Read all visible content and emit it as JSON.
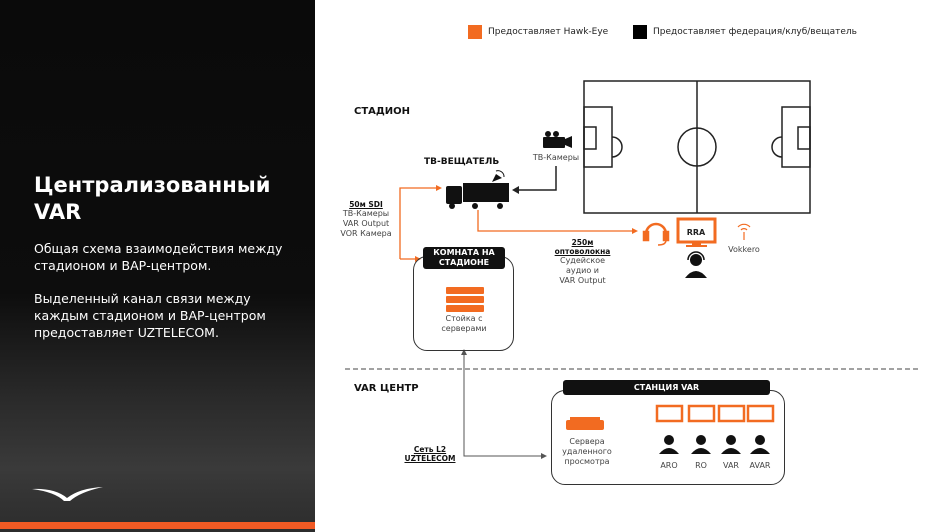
{
  "left": {
    "title": "Централизованный VAR",
    "p1": "Общая схема взаимодействия между стадионом и ВАР-центром.",
    "p2": "Выделенный канал связи между каждым стадионом и ВАР-центром предоставляет UZTELECOM."
  },
  "legend": [
    {
      "label": "Предоставляет Hawk-Eye",
      "color": "#f26b21"
    },
    {
      "label": "Предоставляет федерация/клуб/вещатель",
      "color": "#000000"
    }
  ],
  "stadium": {
    "heading": "СТАДИОН",
    "broadcaster": "ТВ-ВЕЩАТЕЛЬ",
    "tv_cameras": "ТВ-Камеры",
    "sdi": {
      "title": "50м SDI",
      "lines": [
        "ТВ-Камеры",
        "VAR Output",
        "VOR Камера"
      ]
    },
    "room": {
      "title": "КОМНАТА НА СТАДИОНЕ",
      "rack": "Стойка с серверами"
    },
    "fiber": {
      "title": "250м оптоволокна",
      "lines": [
        "Судейское",
        "аудио и",
        "VAR Output"
      ]
    },
    "rra": "RRA",
    "vokkero": "Vokkero"
  },
  "var_center": {
    "heading": "VAR ЦЕНТР",
    "network": {
      "line1": "Сеть L2",
      "line2": "UZTELECOM"
    },
    "station": "СТАНЦИЯ VAR",
    "servers": "Сервера удаленного просмотра",
    "roles": [
      "ARO",
      "RO",
      "VAR",
      "AVAR"
    ]
  },
  "colors": {
    "accent": "#f26b21"
  }
}
